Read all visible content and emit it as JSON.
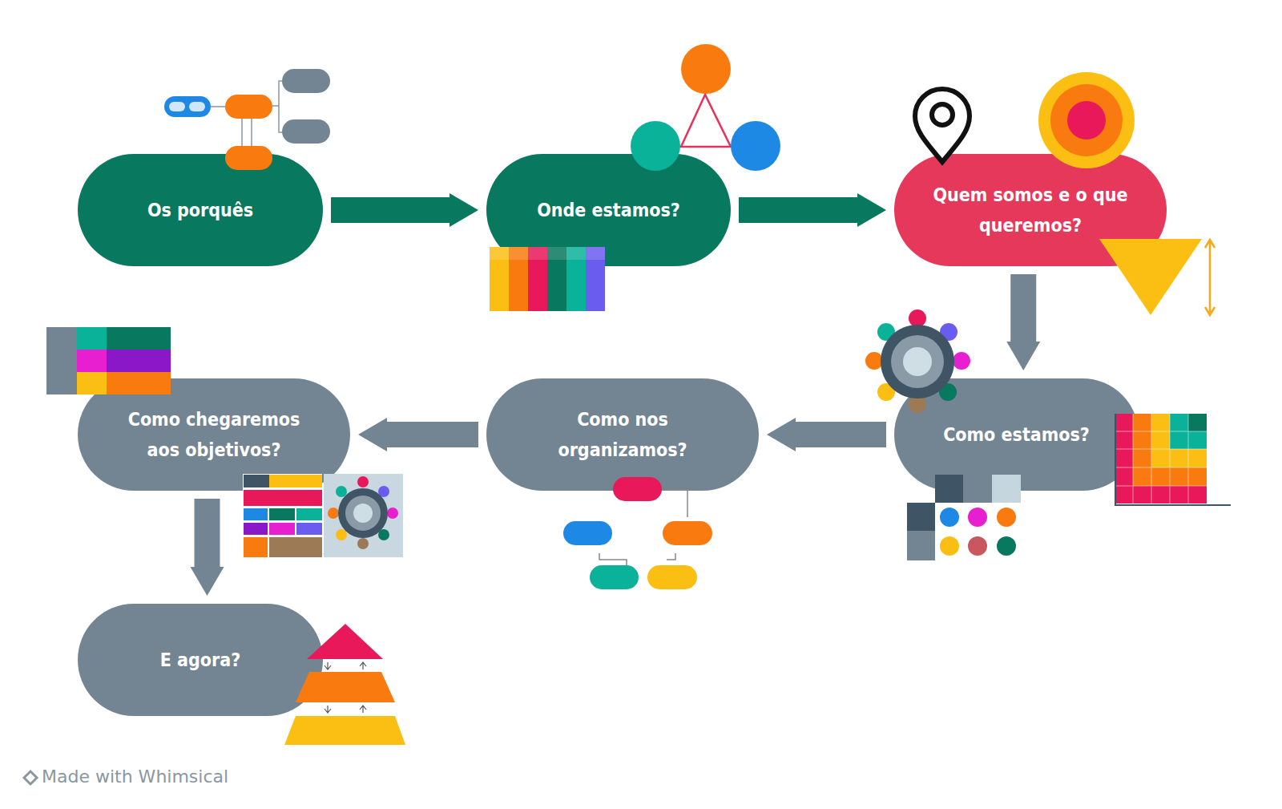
{
  "diagram": {
    "nodes": [
      {
        "text": [
          "Os porquês"
        ]
      },
      {
        "text": [
          "Onde estamos?"
        ]
      },
      {
        "text": [
          "Quem somos e o que queremos?"
        ]
      },
      {
        "text": [
          "Como estamos?"
        ]
      },
      {
        "text": [
          "Como nos organizamos?"
        ]
      },
      {
        "text": [
          "Como chegaremos aos objetivos?"
        ]
      },
      {
        "text": [
          "E agora?"
        ]
      }
    ],
    "edges": [
      {
        "from": 0,
        "to": 1,
        "arrow": "to"
      },
      {
        "from": 1,
        "to": 2,
        "arrow": "to"
      },
      {
        "from": 2,
        "to": 3,
        "arrow": "to"
      },
      {
        "from": 3,
        "to": 4,
        "arrow": "to"
      },
      {
        "from": 4,
        "to": 5,
        "arrow": "to"
      },
      {
        "from": 5,
        "to": 6,
        "arrow": "to"
      }
    ],
    "labels": [
      "Made with Whimsical"
    ]
  }
}
